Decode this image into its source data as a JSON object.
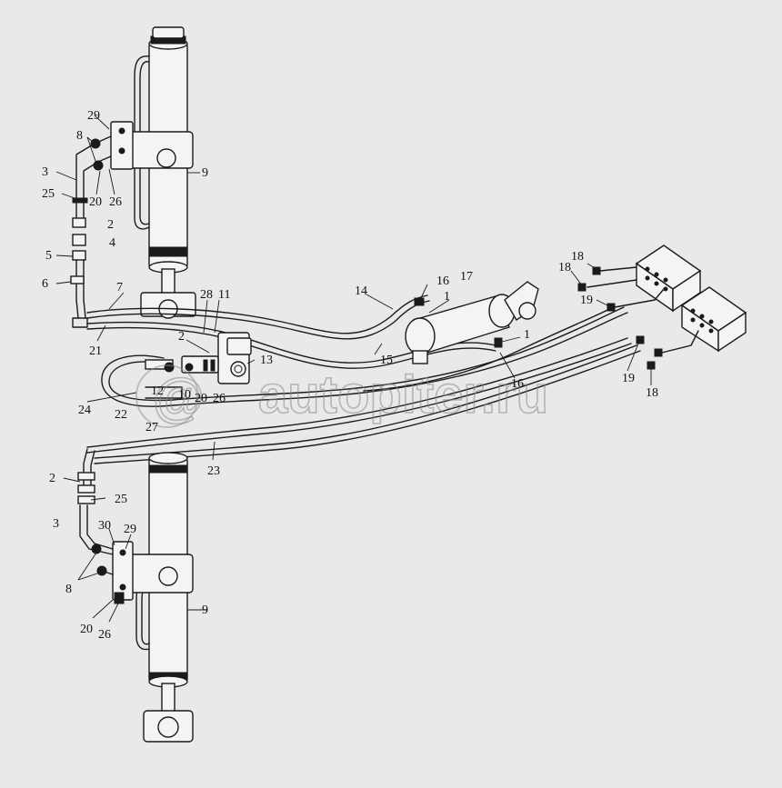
{
  "watermark": "autopiter.ru",
  "labels": [
    {
      "id": "l29a",
      "text": "29"
    },
    {
      "id": "l8a",
      "text": "8"
    },
    {
      "id": "l3a",
      "text": "3"
    },
    {
      "id": "l25a",
      "text": "25"
    },
    {
      "id": "l20a",
      "text": "20"
    },
    {
      "id": "l26a",
      "text": "26"
    },
    {
      "id": "l9a",
      "text": "9"
    },
    {
      "id": "l2a",
      "text": "2"
    },
    {
      "id": "l4a",
      "text": "4"
    },
    {
      "id": "l5a",
      "text": "5"
    },
    {
      "id": "l6a",
      "text": "6"
    },
    {
      "id": "l7",
      "text": "7"
    },
    {
      "id": "l21",
      "text": "21"
    },
    {
      "id": "l28",
      "text": "28"
    },
    {
      "id": "l11",
      "text": "11"
    },
    {
      "id": "l2b",
      "text": "2"
    },
    {
      "id": "l13",
      "text": "13"
    },
    {
      "id": "l14",
      "text": "14"
    },
    {
      "id": "l16a",
      "text": "16"
    },
    {
      "id": "l17",
      "text": "17"
    },
    {
      "id": "l1a",
      "text": "1"
    },
    {
      "id": "l1b",
      "text": "1"
    },
    {
      "id": "l15",
      "text": "15"
    },
    {
      "id": "l16b",
      "text": "16"
    },
    {
      "id": "l18a",
      "text": "18"
    },
    {
      "id": "l18b",
      "text": "18"
    },
    {
      "id": "l19a",
      "text": "19"
    },
    {
      "id": "l19b",
      "text": "19"
    },
    {
      "id": "l18c",
      "text": "18"
    },
    {
      "id": "l24",
      "text": "24"
    },
    {
      "id": "l12",
      "text": "12"
    },
    {
      "id": "l10",
      "text": "10"
    },
    {
      "id": "l20b",
      "text": "20"
    },
    {
      "id": "l26b",
      "text": "26"
    },
    {
      "id": "l22",
      "text": "22"
    },
    {
      "id": "l27",
      "text": "27"
    },
    {
      "id": "l23",
      "text": "23"
    },
    {
      "id": "l2c",
      "text": "2"
    },
    {
      "id": "l25b",
      "text": "25"
    },
    {
      "id": "l3b",
      "text": "3"
    },
    {
      "id": "l30",
      "text": "30"
    },
    {
      "id": "l29b",
      "text": "29"
    },
    {
      "id": "l8b",
      "text": "8"
    },
    {
      "id": "l9b",
      "text": "9"
    },
    {
      "id": "l20c",
      "text": "20"
    },
    {
      "id": "l26c",
      "text": "26"
    }
  ]
}
